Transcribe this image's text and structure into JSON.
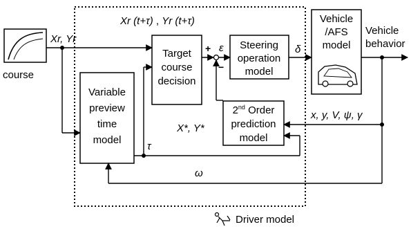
{
  "course_block": {
    "label": "course"
  },
  "inputs": {
    "xr_yr": "Xr, Yr"
  },
  "preview_signal": {
    "x": "Xr",
    "x_arg": "(t+τ)",
    "sep": ",",
    "y": "Yr",
    "y_arg": "(t+τ)"
  },
  "blocks": {
    "target": [
      "Target",
      "course",
      "decision"
    ],
    "steering": [
      "Steering",
      "operation",
      "model"
    ],
    "vehicle": [
      "Vehicle",
      "/AFS",
      "model"
    ],
    "variable_preview": [
      "Variable",
      "preview",
      "time",
      "model"
    ],
    "prediction": {
      "line1_num": "2",
      "line1_sup": "nd",
      "line1_rest": " Order",
      "line2": "prediction",
      "line3": "model"
    }
  },
  "signals": {
    "plus": "+",
    "minus": "−",
    "epsilon": "ε",
    "delta": "δ",
    "state": "x, y, V, ψ, γ",
    "predicted": "X*, Y*",
    "tau": "τ",
    "omega": "ω"
  },
  "outputs": {
    "vehicle_behavior": [
      "Vehicle",
      "behavior"
    ]
  },
  "driver_model": {
    "label": "Driver model"
  }
}
